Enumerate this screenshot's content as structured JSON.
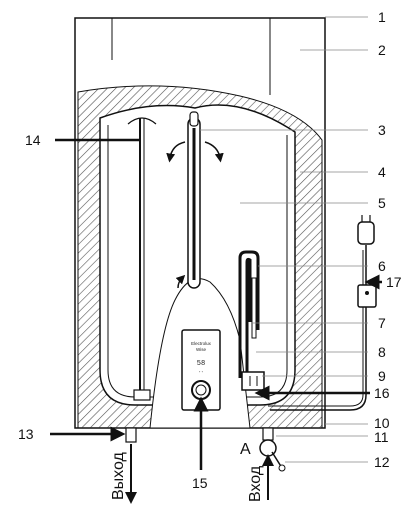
{
  "callouts": {
    "c1": "1",
    "c2": "2",
    "c3": "3",
    "c4": "4",
    "c5": "5",
    "c6": "6",
    "c7": "7",
    "c8": "8",
    "c9": "9",
    "c10": "10",
    "c11": "11",
    "c12": "12",
    "c13": "13",
    "c14": "14",
    "c15": "15",
    "c16": "16",
    "c17": "17"
  },
  "labels": {
    "outlet": "Выход",
    "inlet": "Вход",
    "inlet_marker": "A"
  },
  "panel": {
    "brand_line1": "Electrolux",
    "brand_line2": "Wise",
    "temperature": "58",
    "indicators": "◦ ◦"
  },
  "colors": {
    "line": "#111111",
    "hatch": "#555555",
    "tank_fill": "#f2f2f2",
    "body_fill": "#ffffff"
  }
}
